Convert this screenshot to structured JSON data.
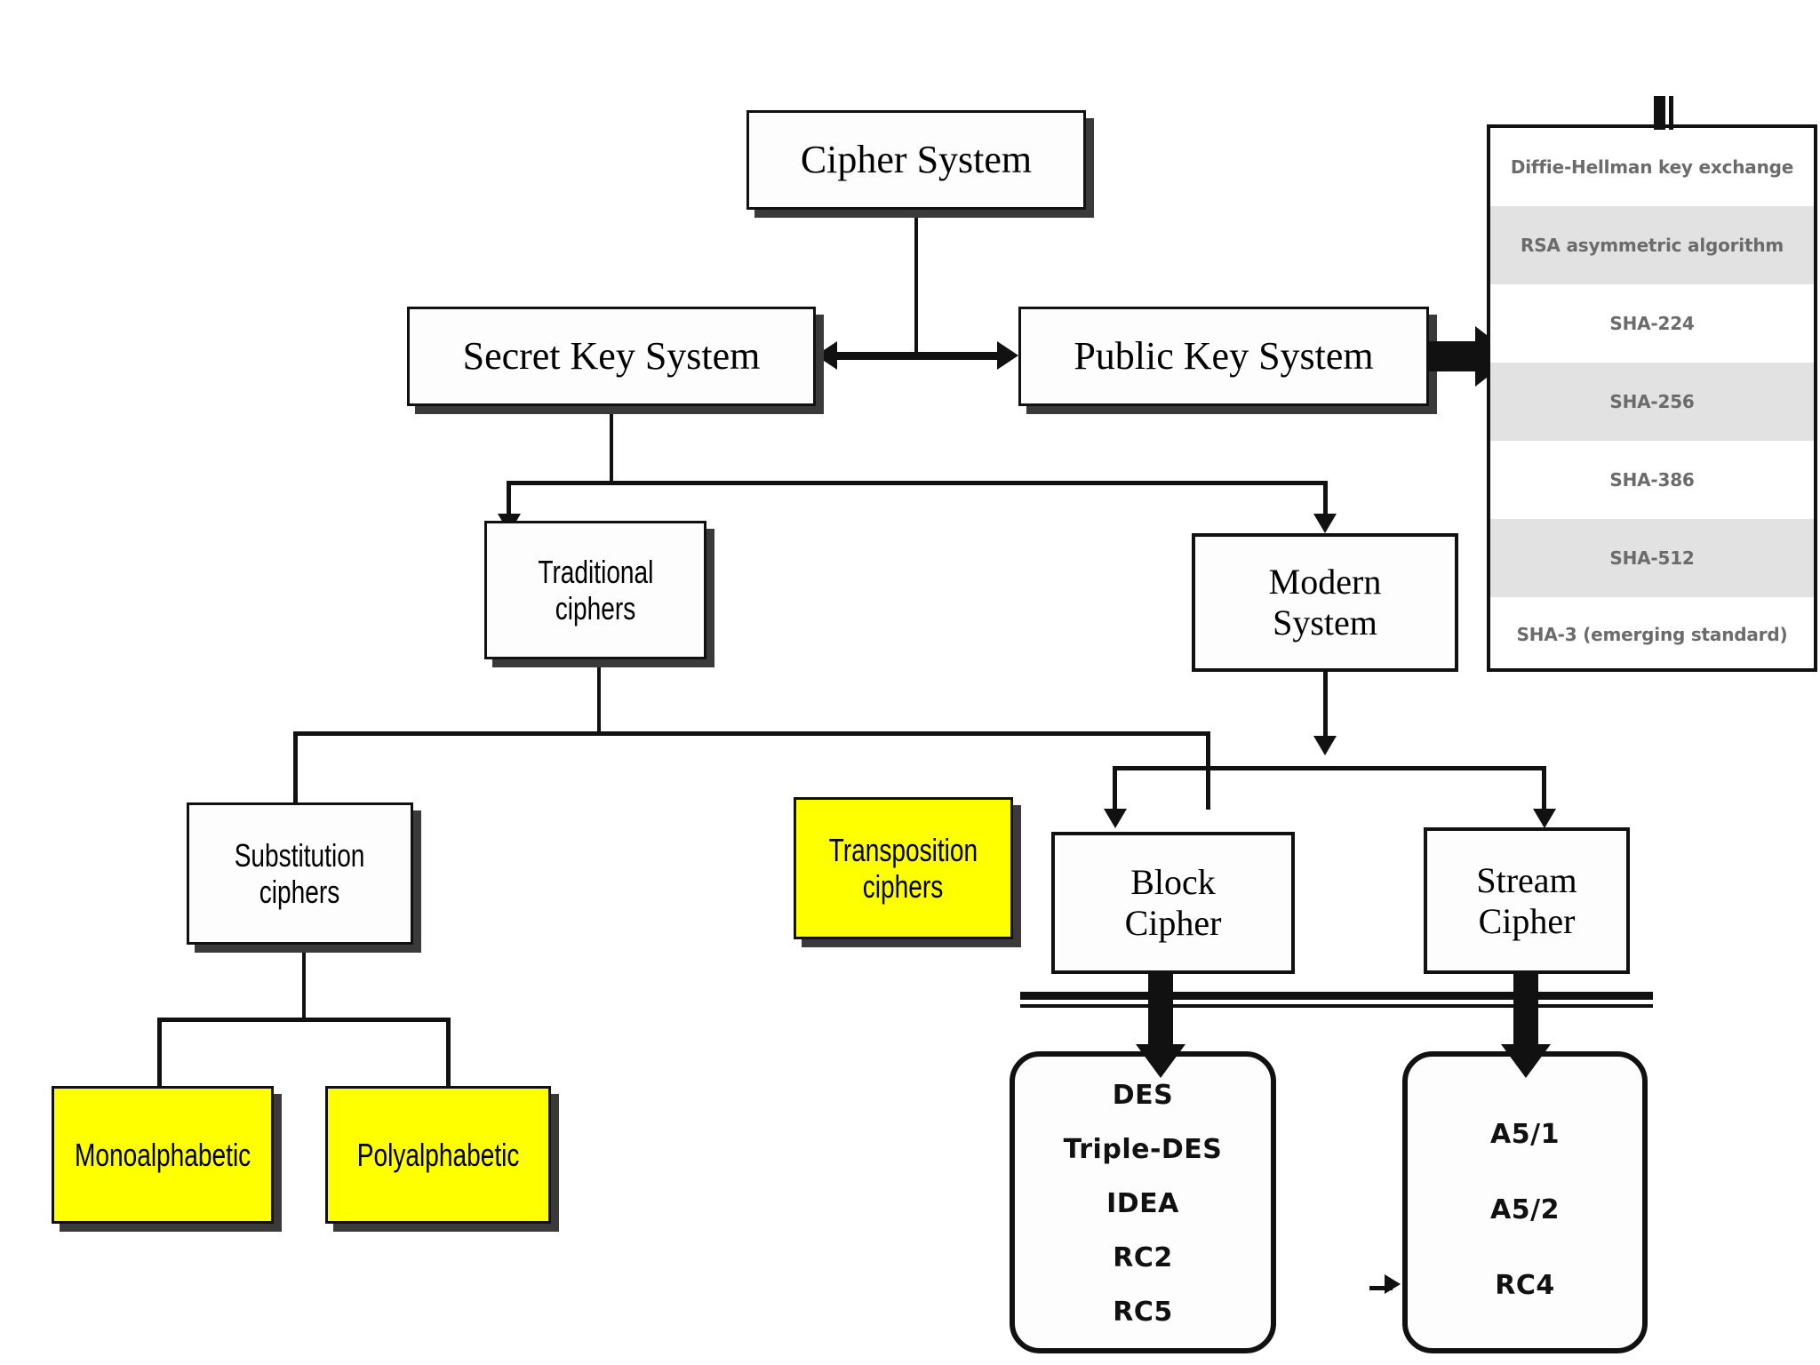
{
  "diagram": {
    "title_node": "Cipher System",
    "nodes": {
      "cipher_system": "Cipher System",
      "secret_key_system": "Secret Key System",
      "public_key_system": "Public Key System",
      "traditional_ciphers": "Traditional\nciphers",
      "traditional_line1": "Traditional",
      "traditional_line2": "ciphers",
      "modern_system_line1": "Modern",
      "modern_system_line2": "System",
      "substitution_line1": "Substitution",
      "substitution_line2": "ciphers",
      "transposition_line1": "Transposition",
      "transposition_line2": "ciphers",
      "monoalphabetic": "Monoalphabetic",
      "polyalphabetic": "Polyalphabetic",
      "block_cipher_line1": "Block",
      "block_cipher_line2": "Cipher",
      "stream_cipher_line1": "Stream",
      "stream_cipher_line2": "Cipher"
    },
    "block_cipher_algorithms": [
      "DES",
      "Triple-DES",
      "IDEA",
      "RC2",
      "RC5"
    ],
    "stream_cipher_algorithms": [
      "A5/1",
      "A5/2",
      "RC4"
    ],
    "public_key_panel": {
      "rows": [
        "Diffie-Hellman key exchange",
        "RSA asymmetric algorithm",
        "SHA-224",
        "SHA-256",
        "SHA-386",
        "SHA-512",
        "SHA-3 (emerging standard)"
      ]
    },
    "colors": {
      "highlight": "#ffff00",
      "line": "#111111",
      "box_fill": "#fdfdfd",
      "panel_alt_row": "#e2e2e2",
      "panel_text": "#6b6b6b",
      "shadow": "#3a3a3a"
    }
  }
}
